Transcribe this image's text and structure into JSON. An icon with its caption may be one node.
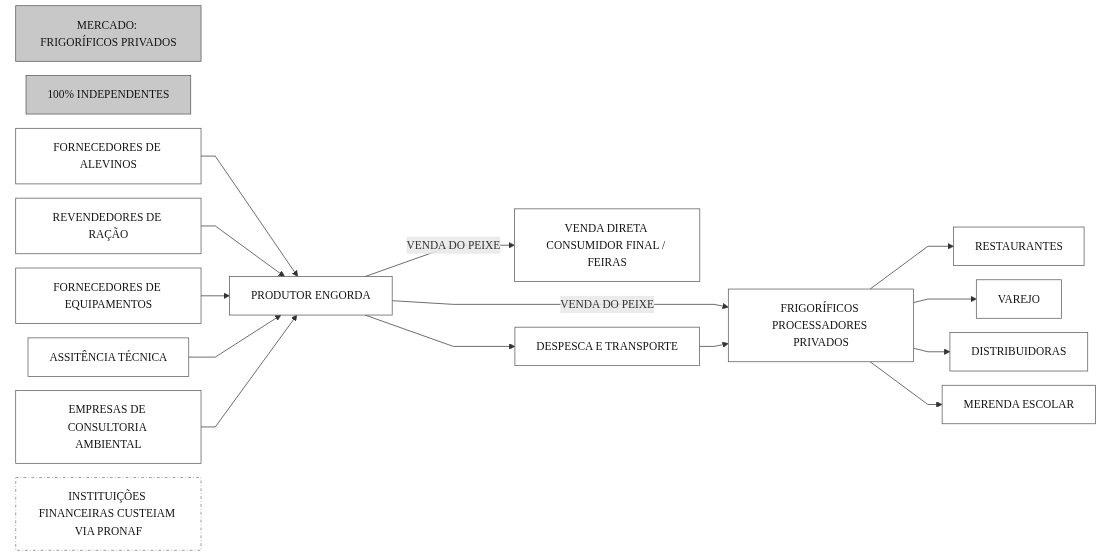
{
  "diagram": {
    "nodes": [
      {
        "text": [
          "MERCADO: FRIGORÍFICOS PRIVADOS"
        ]
      },
      {
        "text": [
          "100% INDEPENDENTES"
        ]
      },
      {
        "text": [
          "FORNECEDORES DE ALEVINOS"
        ]
      },
      {
        "text": [
          "REVENDEDORES DE RAÇÃO"
        ]
      },
      {
        "text": [
          "FORNECEDORES DE EQUIPAMENTOS"
        ]
      },
      {
        "text": [
          "ASSITÊNCIA TÉCNICA"
        ]
      },
      {
        "text": [
          "EMPRESAS DE CONSULTORIA AMBIENTAL"
        ]
      },
      {
        "text": [
          "INSTITUIÇÕES FINANCEIRAS CUSTEIAM VIA PRONAF"
        ]
      },
      {
        "text": [
          "PRODUTOR ENGORDA"
        ]
      },
      {
        "text": [
          "VENDA DIRETA CONSUMIDOR FINAL / FEIRAS"
        ]
      },
      {
        "text": [
          "FRIGORÍFICOS PROCESSADORES PRIVADOS"
        ]
      },
      {
        "text": [
          "RESTAURANTES"
        ]
      },
      {
        "text": [
          "VAREJO"
        ]
      },
      {
        "text": [
          "DISTRIBUIDORAS"
        ]
      },
      {
        "text": [
          "MERENDA ESCOLAR"
        ]
      },
      {
        "text": [
          "DESPESCA E TRANSPORTE"
        ]
      }
    ],
    "edges": [
      {
        "from": 2,
        "to": 8,
        "arrow": "to"
      },
      {
        "from": 3,
        "to": 8,
        "arrow": "to"
      },
      {
        "from": 4,
        "to": 8,
        "arrow": "to"
      },
      {
        "from": 5,
        "to": 8,
        "arrow": "to"
      },
      {
        "from": 6,
        "to": 8,
        "arrow": "to"
      },
      {
        "from": 8,
        "to": 9,
        "arrow": "to",
        "label": "VENDA DO PEIXE"
      },
      {
        "from": 8,
        "to": 10,
        "arrow": "to",
        "label": "VENDA DO PEIXE"
      },
      {
        "from": 8,
        "to": 15,
        "arrow": "to"
      },
      {
        "from": 15,
        "to": 10,
        "arrow": "to"
      },
      {
        "from": 10,
        "to": 11,
        "arrow": "to"
      },
      {
        "from": 10,
        "to": 12,
        "arrow": "to"
      },
      {
        "from": 10,
        "to": 13,
        "arrow": "to"
      },
      {
        "from": 10,
        "to": 14,
        "arrow": "to"
      }
    ]
  }
}
